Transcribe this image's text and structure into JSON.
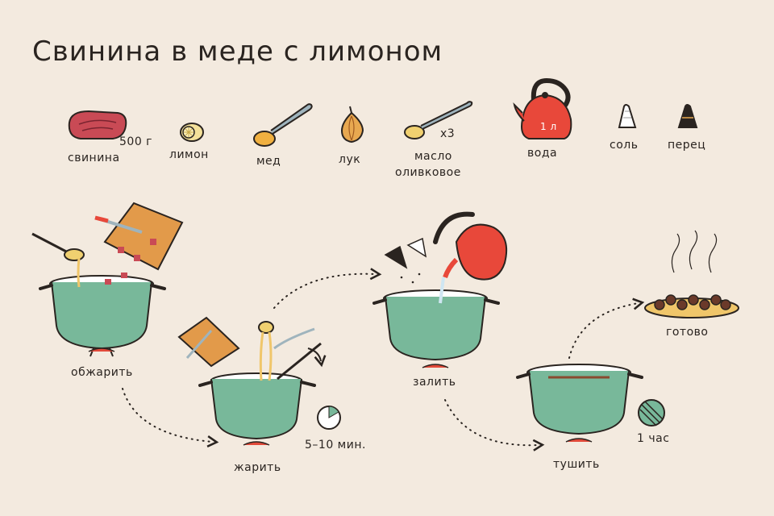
{
  "title": "Свинина в меде с лимоном",
  "ingredients": {
    "pork": {
      "label": "свинина",
      "amount": "500 г"
    },
    "lemon": {
      "label": "лимон"
    },
    "honey": {
      "label": "мед"
    },
    "onion": {
      "label": "лук"
    },
    "oil": {
      "label_line1": "масло",
      "label_line2": "оливковое",
      "amount": "x3"
    },
    "water": {
      "label": "вода",
      "kettle_text": "1 л"
    },
    "salt": {
      "label": "соль"
    },
    "pepper": {
      "label": "перец"
    }
  },
  "steps": [
    {
      "label": "обжарить"
    },
    {
      "label": "жарить",
      "time": "5–10 мин."
    },
    {
      "label": "залить"
    },
    {
      "label": "тушить",
      "time": "1 час"
    }
  ],
  "done": {
    "label": "готово"
  },
  "colors": {
    "background": "#f3eadf",
    "pot": "#78b89a",
    "kettle": "#e8483a",
    "ink": "#2a2420",
    "board": "#e29a4a",
    "meat": "#c94a55",
    "honey": "#f0c66a"
  }
}
